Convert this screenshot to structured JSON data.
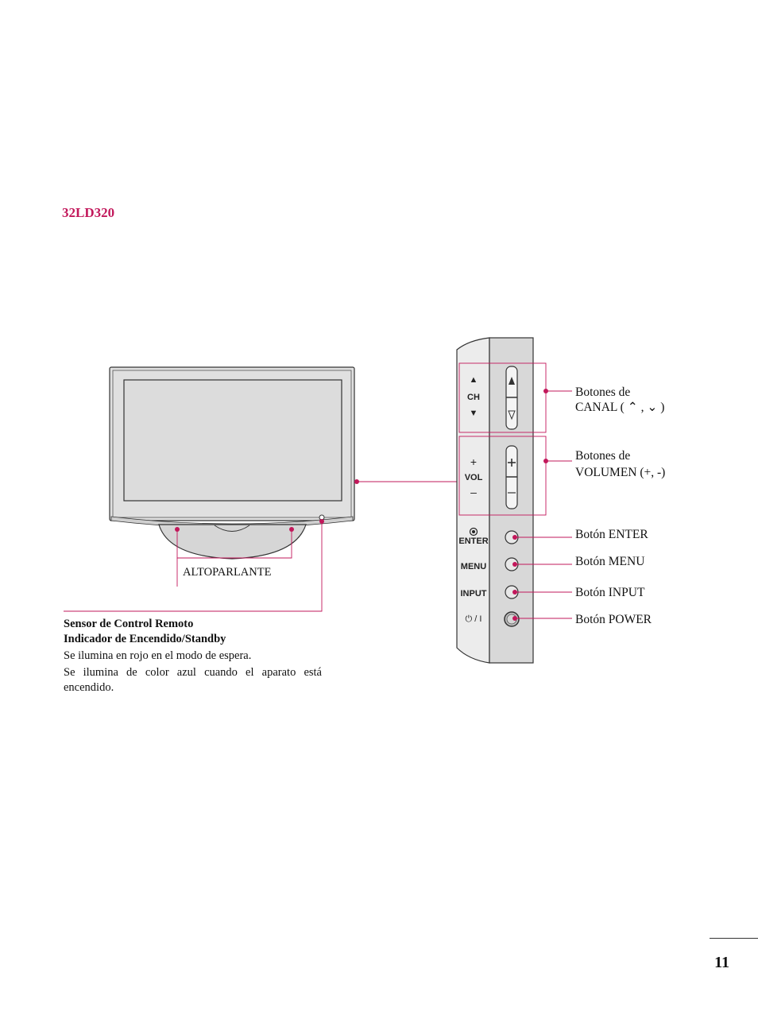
{
  "model": "32LD320",
  "labels": {
    "ch_buttons_line1": "Botones de",
    "ch_buttons_line2": "CANAL ( ⌃ , ⌄ )",
    "vol_buttons_line1": "Botones de",
    "vol_buttons_line2": "VOLUMEN (+, -)",
    "enter_button": "Botón ENTER",
    "menu_button": "Botón MENU",
    "input_button": "Botón INPUT",
    "power_button": "Botón POWER",
    "speaker": "ALTOPARLANTE"
  },
  "panel": {
    "ch": "CH",
    "vol": "VOL",
    "enter": "ENTER",
    "menu": "MENU",
    "input": "INPUT",
    "plus": "+",
    "minus": "–",
    "up": "▲",
    "down": "▼",
    "power_symbol": "⏻ / I"
  },
  "sensor": {
    "line1": "Sensor de Control Remoto",
    "line2": "Indicador de Encendido/Standby",
    "line3": "Se ilumina en rojo en el modo de espera.",
    "line4": "Se ilumina de color azul cuando el aparato está encendido."
  },
  "page_number": "11",
  "colors": {
    "accent": "#c2185b",
    "panel": "#d8d8d8",
    "screen": "#dcdcdc"
  }
}
